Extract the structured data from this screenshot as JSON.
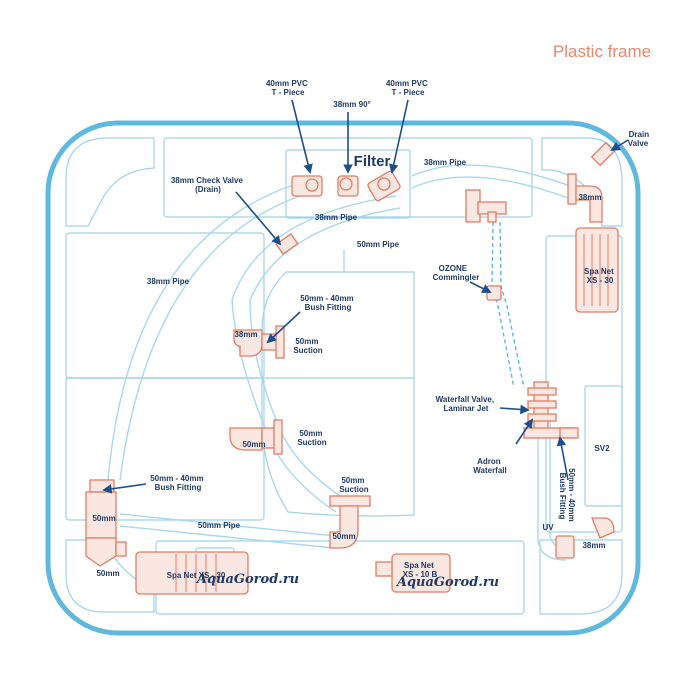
{
  "title": "Plastic frame",
  "colors": {
    "frame": "#5fb8dd",
    "panel": "#9fd2ea",
    "part": "#e07d63",
    "label": "#1e3a66",
    "arrow": "#1d4f8c",
    "title": "#e8876e"
  },
  "labels": {
    "pvc_tee_left": [
      "40mm PVC",
      "T - Piece"
    ],
    "pvc_90": "38mm 90°",
    "pvc_tee_right": [
      "40mm PVC",
      "T - Piece"
    ],
    "filter": "Filter",
    "drain_valve": [
      "Drain",
      "Valve"
    ],
    "pipe_38_top": "38mm Pipe",
    "check_valve": [
      "38mm Check Valve",
      "(Drain)"
    ],
    "pipe_38_mid": "38mm Pipe",
    "pipe_50_top": "50mm Pipe",
    "pipe_38_left": "38mm Pipe",
    "pipe_38_tr": "38mm",
    "ozone": [
      "OZONE",
      "Commingler"
    ],
    "spanet_xs30_right": [
      "Spa Net",
      "XS - 30"
    ],
    "bush_fitting_top": [
      "50mm - 40mm",
      "Bush Fitting"
    ],
    "pipe_38_bend": "38mm",
    "suction_1": [
      "50mm",
      "Suction"
    ],
    "waterfall_valve": [
      "Waterfall Valve,",
      "Laminar Jet"
    ],
    "pipe_50_left_bend": "50mm",
    "suction_2": [
      "50mm",
      "Suction"
    ],
    "adron": [
      "Adron",
      "Waterfall"
    ],
    "sv2": "SV2",
    "bush_fitting_right": [
      "50mm - 40mm",
      "Bush Fitting"
    ],
    "bush_fitting_left": [
      "50mm - 40mm",
      "Bush Fitting"
    ],
    "suction_3": [
      "50mm",
      "Suction"
    ],
    "pipe_50_left": "50mm",
    "pipe_50_bottom": "50mm Pipe",
    "pipe_50_suction_bend": "50mm",
    "uv": "UV",
    "pipe_38_br": "38mm",
    "pipe_50_bl": "50mm",
    "spanet_xs30_bottom": "Spa Net XS - 30",
    "spanet_xs10b": [
      "Spa Net",
      "XS - 10 B"
    ]
  },
  "watermarks": [
    "AquaGorod.ru",
    "AquaGorod.ru"
  ]
}
